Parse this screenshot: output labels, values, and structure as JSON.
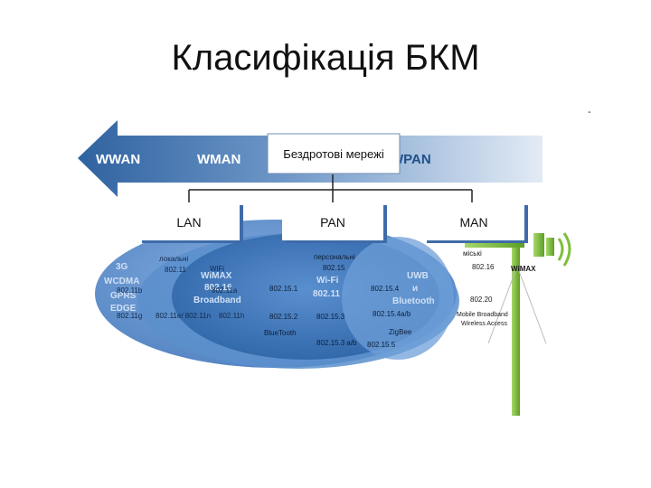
{
  "title": "Класифікація БКМ",
  "corner_mark": "-",
  "arrow": {
    "labels": [
      "WWAN",
      "WMAN",
      "WPAN"
    ],
    "center_box": "Бездротові мережі"
  },
  "categories": [
    "LAN",
    "PAN",
    "MAN"
  ],
  "ellipse_big_labels": {
    "g3": "3G",
    "wcdma": "WCDMA",
    "gprs": "GPRS",
    "edge": "EDGE",
    "wimax": "WiMAX",
    "n80216": "802.16",
    "broadband": "Broadband",
    "wifi_mid": "Wi-Fi",
    "n80211_mid": "802.11",
    "uwb": "UWB",
    "and": "и",
    "bluetooth_big": "Bluetooth"
  },
  "lan": {
    "heading": "локальні",
    "std": "802.11",
    "wifi": "WiFi",
    "r2": [
      "802.11b",
      "802.11a"
    ],
    "r3": [
      "802.11g",
      "802.11e/ 802.11n",
      "802.11h"
    ]
  },
  "pan": {
    "heading": "персональні",
    "std": "802.15",
    "items": [
      "802.15.1",
      "802.15.4",
      "802.15.2",
      "802.15.3",
      "802.15.4a/b"
    ],
    "bluetooth": "BlueTooth",
    "zigbee": "ZigBee",
    "bottom_left": "802.15.3 a/b",
    "bottom_right": "802.15.5"
  },
  "man": {
    "heading": "міські",
    "std": "802.16",
    "wimax": "WiMAX",
    "n80220": "802.20",
    "mbwa_line1": "Mobile Broadband",
    "mbwa_line2": "Wireless Access"
  },
  "colors": {
    "arrow_dark": "#2f62a0",
    "arrow_light": "#dbe6f3",
    "ellipse_outer": "#7aa5d6",
    "ellipse_mid": "#4f86c6",
    "ellipse_dark": "#2a5f9e",
    "tower": "#7dbf3a"
  }
}
